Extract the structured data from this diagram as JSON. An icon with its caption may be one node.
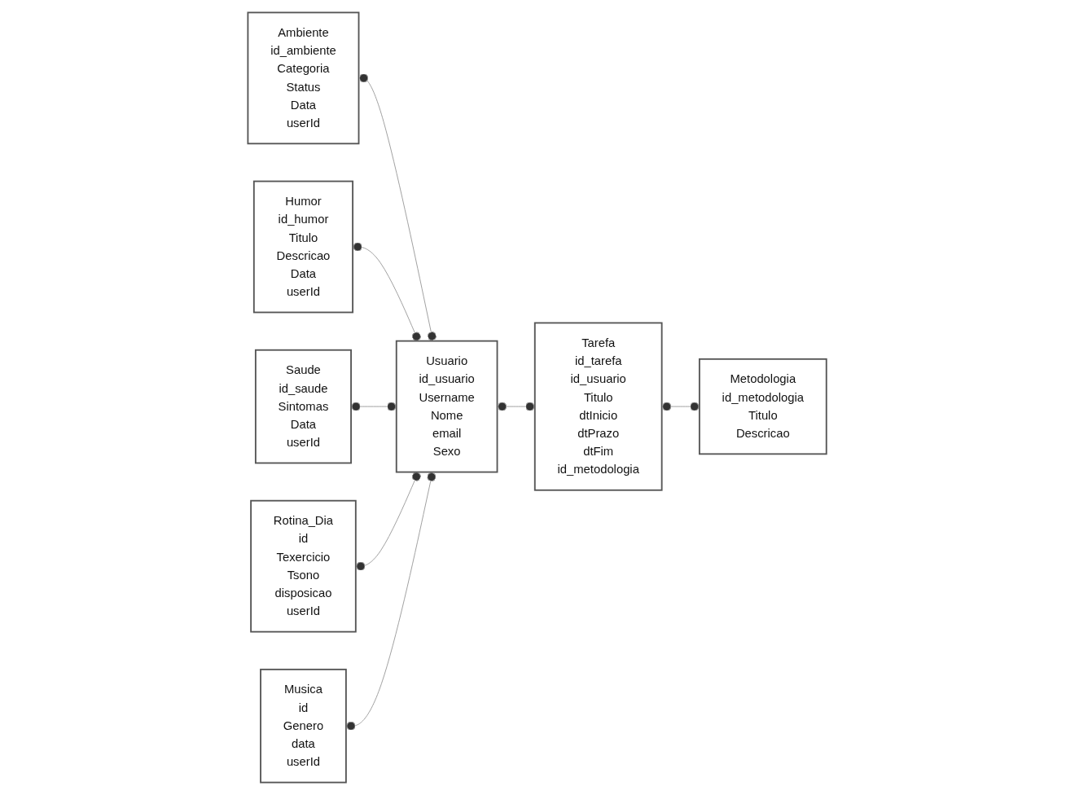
{
  "diagram": {
    "nodes": [
      {
        "text": [
          "Ambiente",
          "id_ambiente",
          "Categoria",
          "Status",
          "Data",
          "userId"
        ]
      },
      {
        "text": [
          "Humor",
          "id_humor",
          "Titulo",
          "Descricao",
          "Data",
          "userId"
        ]
      },
      {
        "text": [
          "Saude",
          "id_saude",
          "Sintomas",
          "Data",
          "userId"
        ]
      },
      {
        "text": [
          "Rotina_Dia",
          "id",
          "Texercicio",
          "Tsono",
          "disposicao",
          "userId"
        ]
      },
      {
        "text": [
          "Usuario",
          "id_usuario",
          "Username",
          "Nome",
          "email",
          "Sexo"
        ]
      },
      {
        "text": [
          "Musica",
          "id",
          "Genero",
          "data",
          "userId"
        ]
      },
      {
        "text": [
          "Tarefa",
          "id_tarefa",
          "id_usuario",
          "Titulo",
          "dtInicio",
          "dtPrazo",
          "dtFim",
          "id_metodologia"
        ]
      },
      {
        "text": [
          "Metodologia",
          "id_metodologia",
          "Titulo",
          "Descricao"
        ]
      }
    ],
    "edges": [
      {
        "from": 0,
        "to": 4,
        "arrow": "other"
      },
      {
        "from": 1,
        "to": 4,
        "arrow": "other"
      },
      {
        "from": 2,
        "to": 4,
        "arrow": "other"
      },
      {
        "from": 3,
        "to": 4,
        "arrow": "other"
      },
      {
        "from": 5,
        "to": 4,
        "arrow": "other"
      },
      {
        "from": 4,
        "to": 6,
        "arrow": "other"
      },
      {
        "from": 6,
        "to": 7,
        "arrow": "other"
      }
    ]
  }
}
